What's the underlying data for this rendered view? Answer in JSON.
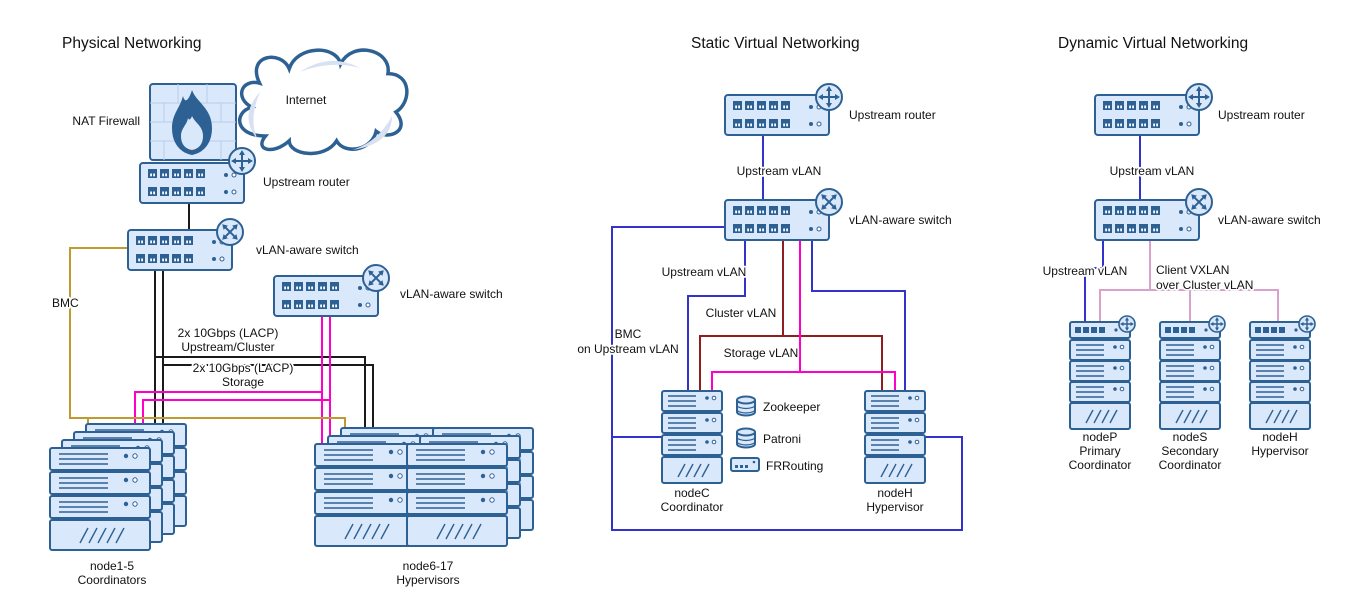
{
  "sections": {
    "physical": {
      "title": "Physical Networking",
      "internet_label": "Internet",
      "nat_firewall_label": "NAT Firewall",
      "upstream_router_label": "Upstream router",
      "vlan_switch_label": "vLAN-aware switch",
      "vlan_switch2_label": "vLAN-aware switch",
      "bmc_label": "BMC",
      "lacp_upstream_line1": "2x 10Gbps (LACP)",
      "lacp_upstream_line2": "Upstream/Cluster",
      "lacp_storage_line1": "2x 10Gbps (LACP)",
      "lacp_storage_line2": "Storage",
      "coordinators_line1": "node1-5",
      "coordinators_line2": "Coordinators",
      "hypervisors_line1": "node6-17",
      "hypervisors_line2": "Hypervisors"
    },
    "static_virtual": {
      "title": "Static Virtual Networking",
      "upstream_router_label": "Upstream router",
      "upstream_vlan_link_label": "Upstream vLAN",
      "vlan_switch_label": "vLAN-aware switch",
      "upstream_vlan_label": "Upstream vLAN",
      "cluster_vlan_label": "Cluster vLAN",
      "storage_vlan_label": "Storage vLAN",
      "bmc_line1": "BMC",
      "bmc_line2": "on Upstream vLAN",
      "zookeeper_label": "Zookeeper",
      "patroni_label": "Patroni",
      "frrouting_label": "FRRouting",
      "nodec_line1": "nodeC",
      "nodec_line2": "Coordinator",
      "nodeh_line1": "nodeH",
      "nodeh_line2": "Hypervisor"
    },
    "dynamic_virtual": {
      "title": "Dynamic Virtual Networking",
      "upstream_router_label": "Upstream router",
      "upstream_vlan_link_label": "Upstream vLAN",
      "vlan_switch_label": "vLAN-aware switch",
      "upstream_vlan_label": "Upstream vLAN",
      "client_vxlan_line1": "Client VXLAN",
      "client_vxlan_line2": "over Cluster vLAN",
      "nodep_line1": "nodeP",
      "nodep_line2": "Primary",
      "nodep_line3": "Coordinator",
      "nodes_line1": "nodeS",
      "nodes_line2": "Secondary",
      "nodes_line3": "Coordinator",
      "nodeh_line1": "nodeH",
      "nodeh_line2": "Hypervisor"
    }
  },
  "icons": {
    "internet": "cloud-icon",
    "nat_firewall": "flame-icon",
    "router_badge": "router-arrows-icon",
    "switch_badge": "crossed-arrows-icon",
    "switch": "switch-ports-icon",
    "server": "rack-server-icon",
    "database": "database-cylinder-icon",
    "virtual_switch_badge": "plus-circle-icon"
  },
  "colors": {
    "device_fill": "#dae8fc",
    "device_stroke": "#2e6193",
    "line_black": "#1a1a1a",
    "line_gold": "#bf9b2f",
    "line_magenta": "#ff00cc",
    "line_blue": "#3333cc",
    "line_darkred": "#8f1f1f",
    "line_pink": "#d9a2cc"
  }
}
